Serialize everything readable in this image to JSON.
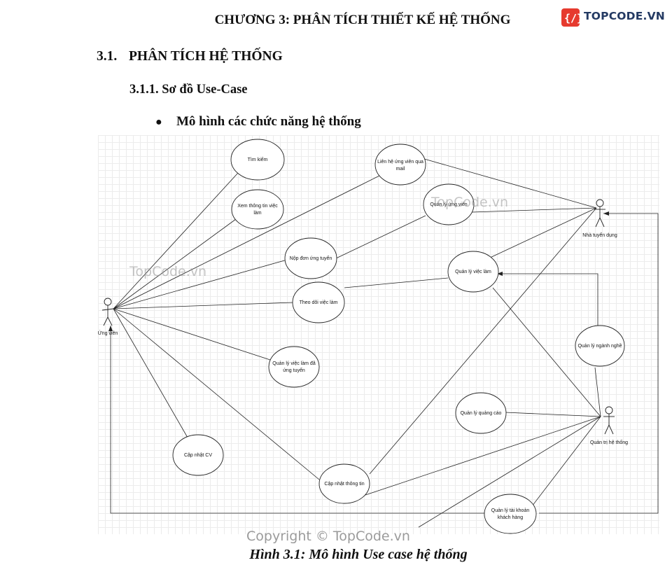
{
  "header": {
    "chapter": "CHƯƠNG 3: PHÂN TÍCH THIẾT KẾ HỆ THỐNG",
    "section_num": "3.1.",
    "section_title": "PHÂN TÍCH HỆ THỐNG",
    "subsection": "3.1.1. Sơ đồ Use-Case",
    "bullet": "Mô hình các chức năng hệ thống"
  },
  "logo": {
    "text": "TOPCODE.VN",
    "icon": "topcode-logo-icon",
    "color": "#243a63",
    "accent": "#e63a2e"
  },
  "watermarks": {
    "center": "TopCode.vn",
    "left": "TopCode.vn",
    "copyright": "Copyright © TopCode.vn"
  },
  "diagram": {
    "actors": {
      "candidate": "Ứng viên",
      "employer": "Nhà tuyển dụng",
      "admin": "Quản trị hệ thống"
    },
    "usecases": {
      "search": [
        "Tìm kiếm"
      ],
      "view_job": [
        "Xem thông tin việc",
        "làm"
      ],
      "contact_mail": [
        "Liên hệ ứng viên qua",
        "mail"
      ],
      "manage_candidate": [
        "Quản lý ứng viên"
      ],
      "apply": [
        "Nộp đơn ứng tuyển"
      ],
      "manage_job": [
        "Quản lý việc làm"
      ],
      "follow_job": [
        "Theo dõi việc làm"
      ],
      "manage_applied": [
        "Quản lý việc làm đã",
        "ứng tuyển"
      ],
      "manage_industry": [
        "Quản lý ngành nghề"
      ],
      "manage_ads": [
        "Quản lý quảng cáo"
      ],
      "update_cv": [
        "Cập nhật CV"
      ],
      "update_info": [
        "Cập nhật thông tin"
      ],
      "manage_accounts": [
        "Quản lý tài khoản",
        "khách hàng"
      ]
    }
  },
  "caption": "Hình 3.1: Mô hình Use case hệ thống"
}
